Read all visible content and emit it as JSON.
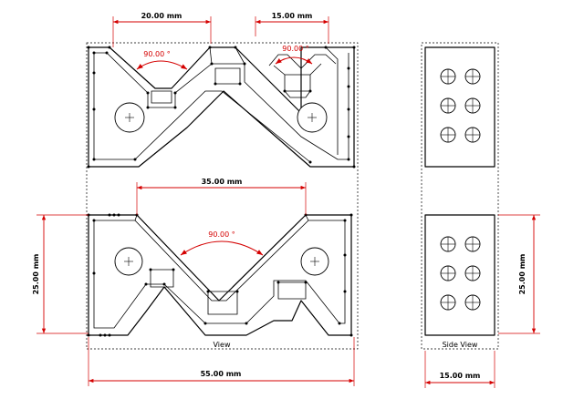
{
  "dimensions": {
    "top_left_width": "20.00 mm",
    "top_right_width": "15.00 mm",
    "top_left_angle": "90.00 °",
    "top_right_angle": "90.00 °",
    "mid_width": "35.00 mm",
    "bottom_angle": "90.00 °",
    "overall_height": "25.00 mm",
    "overall_width": "55.00 mm",
    "side_width": "15.00 mm",
    "side_height": "25.00 mm"
  },
  "views": {
    "front_label": "View",
    "side_label": "Side View"
  },
  "colors": {
    "dimension": "#d40000",
    "geometry": "#000000"
  }
}
